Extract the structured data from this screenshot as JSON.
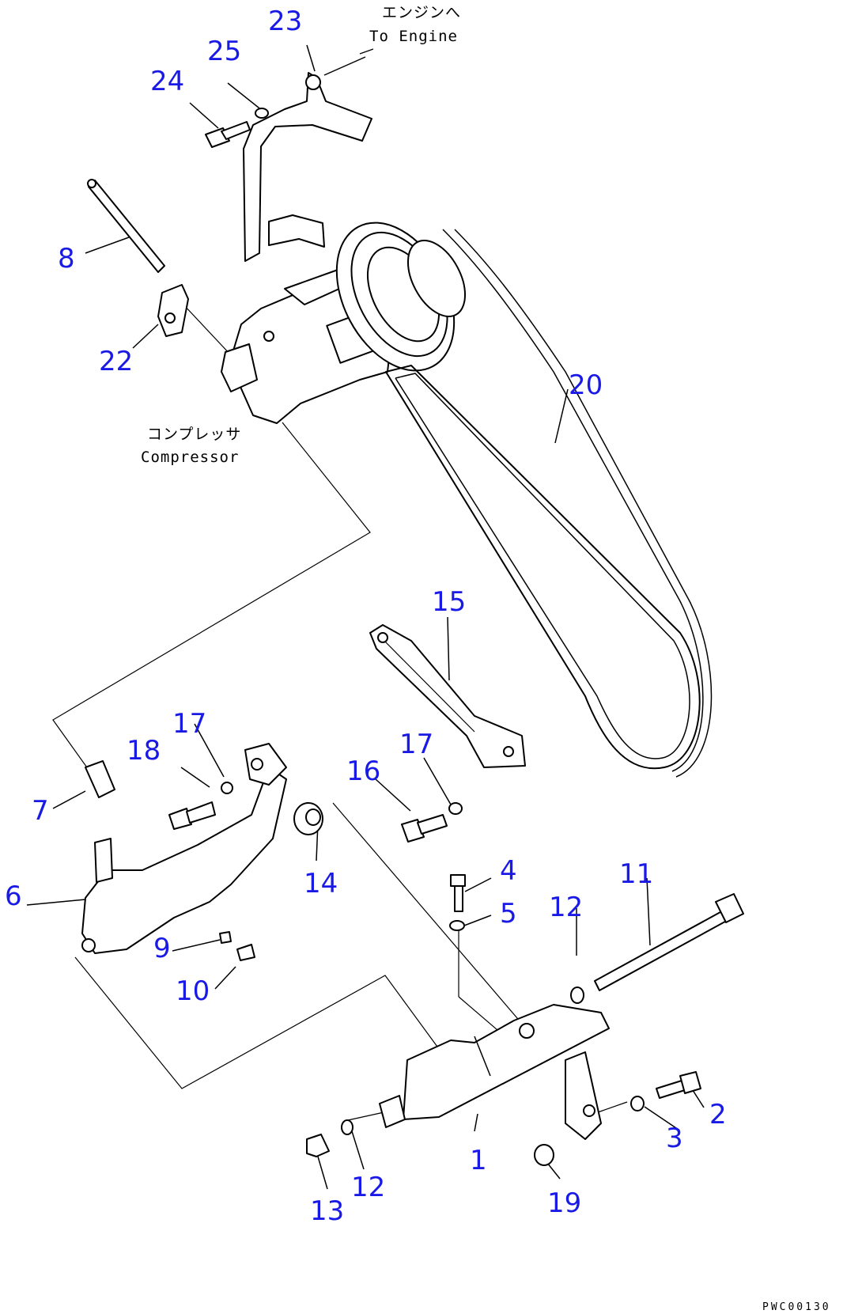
{
  "notes": {
    "engine_jp": "エンジンへ",
    "engine_en": "To Engine",
    "compressor_jp": "コンプレッサ",
    "compressor_en": "Compressor"
  },
  "drawing_code": "PWC00130",
  "callouts": {
    "c1": "1",
    "c2": "2",
    "c3": "3",
    "c4": "4",
    "c5": "5",
    "c6": "6",
    "c7": "7",
    "c8": "8",
    "c9": "9",
    "c10": "10",
    "c11": "11",
    "c12a": "12",
    "c12b": "12",
    "c13": "13",
    "c14": "14",
    "c15": "15",
    "c16": "16",
    "c17a": "17",
    "c17b": "17",
    "c18": "18",
    "c19": "19",
    "c20": "20",
    "c22": "22",
    "c23": "23",
    "c24": "24",
    "c25": "25"
  },
  "colors": {
    "callout": "#1a1ae6",
    "line": "#000000",
    "background": "#ffffff"
  }
}
